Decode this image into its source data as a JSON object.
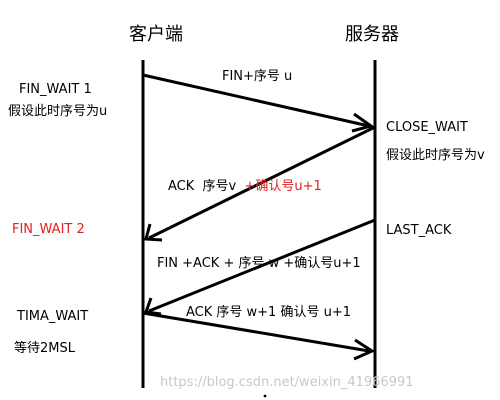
{
  "columns": {
    "client": "客户端",
    "server": "服务器"
  },
  "client_states": {
    "fin_wait_1": "FIN_WAIT 1",
    "fin_wait_1_note": "假设此时序号为u",
    "fin_wait_2": "FIN_WAIT 2",
    "time_wait": "TIMA_WAIT",
    "time_wait_note": "等待2MSL"
  },
  "server_states": {
    "close_wait": "CLOSE_WAIT",
    "close_wait_note": "假设此时序号为v",
    "last_ack": "LAST_ACK"
  },
  "messages": {
    "fin_1": "FIN+序号 u",
    "ack_1_part1": "ACK  序号v  ",
    "ack_1_part2": "+确认号u+1",
    "fin_2": "FIN +ACK + 序号 w +确认号u+1",
    "ack_2": "ACK  序号 w+1  确认号 u+1"
  },
  "watermark": "https://blog.csdn.net/weixin_41966991",
  "colors": {
    "ink": "#000000",
    "highlight": "#e02020",
    "watermark": "#c8c8c8"
  }
}
